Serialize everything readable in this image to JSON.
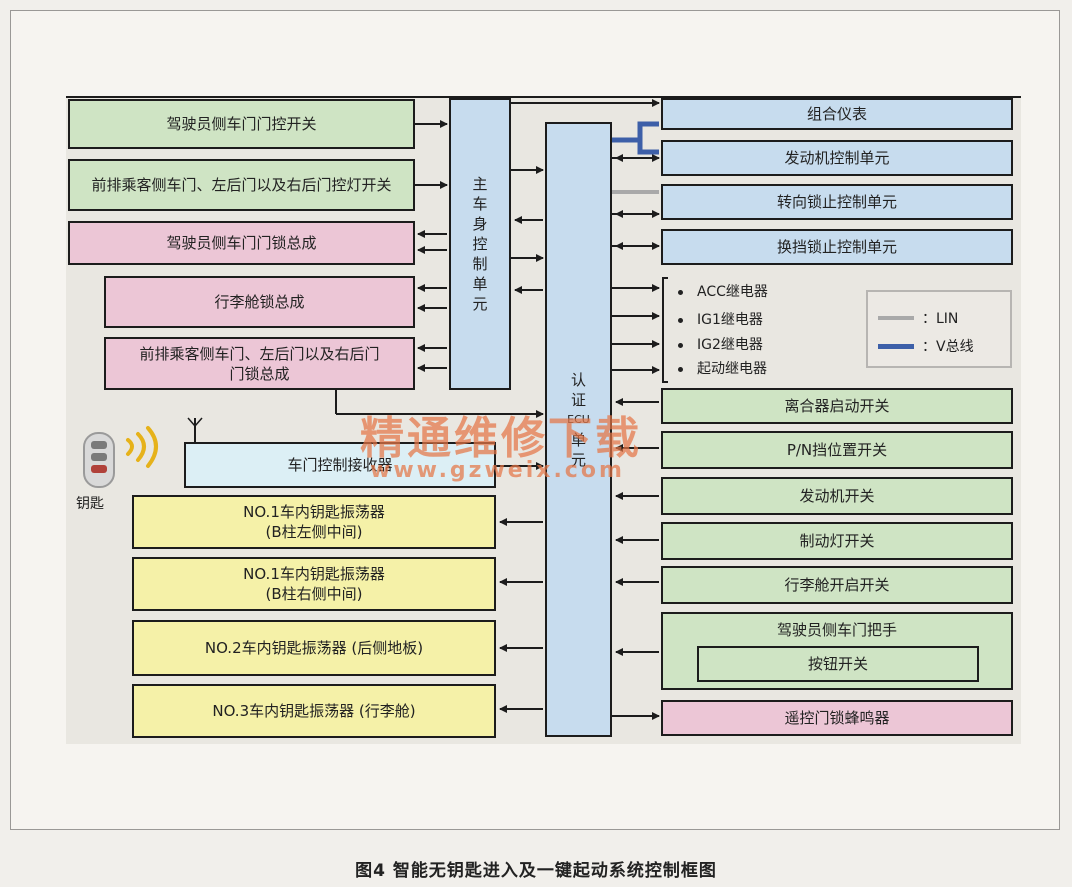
{
  "diagram": {
    "left_boxes": [
      {
        "id": "l1",
        "label": "驾驶员侧车门门控开关"
      },
      {
        "id": "l2",
        "label": "前排乘客侧车门、左后门以及右后门控灯开关"
      },
      {
        "id": "l3",
        "label": "驾驶员侧车门门锁总成"
      },
      {
        "id": "l4",
        "label": "行李舱锁总成"
      },
      {
        "id": "l5a",
        "label": "前排乘客侧车门、左后门以及右后门"
      },
      {
        "id": "l5b",
        "label": "门锁总成"
      }
    ],
    "main_body_unit": {
      "chars": [
        "主",
        "车",
        "身",
        "控",
        "制",
        "单",
        "元"
      ]
    },
    "auth_unit": {
      "chars": [
        "认",
        "证",
        "ECU",
        "单",
        "元"
      ]
    },
    "receiver": {
      "label": "车门控制接收器"
    },
    "key": {
      "label": "钥匙"
    },
    "oscillators": [
      {
        "line1": "NO.1车内钥匙振荡器",
        "line2": "(B柱左侧中间)"
      },
      {
        "line1": "NO.1车内钥匙振荡器",
        "line2": "(B柱右侧中间)"
      },
      {
        "line1": "NO.2车内钥匙振荡器 (后侧地板)",
        "line2": ""
      },
      {
        "line1": "NO.3车内钥匙振荡器 (行李舱)",
        "line2": ""
      }
    ],
    "right_blue": [
      {
        "label": "组合仪表"
      },
      {
        "label": "发动机控制单元"
      },
      {
        "label": "转向锁止控制单元"
      },
      {
        "label": "换挡锁止控制单元"
      }
    ],
    "relays": [
      "ACC继电器",
      "IG1继电器",
      "IG2继电器",
      "起动继电器"
    ],
    "right_green": [
      {
        "label": "离合器启动开关"
      },
      {
        "label": "P/N挡位置开关"
      },
      {
        "label": "发动机开关"
      },
      {
        "label": "制动灯开关"
      },
      {
        "label": "行李舱开启开关"
      }
    ],
    "door_handle": {
      "label": "驾驶员侧车门把手",
      "button": "按钮开关"
    },
    "buzzer": {
      "label": "遥控门锁蜂鸣器"
    },
    "legend": {
      "lin": "：LIN",
      "vbus": "：V总线"
    },
    "watermark": {
      "cn": "精通维修下载",
      "url": "www.gzweix.com"
    },
    "caption": "图4  智能无钥匙进入及一键起动系统控制框图",
    "colors": {
      "green": "#cfe4c4",
      "pink": "#ecc6d6",
      "blue": "#c7dcee",
      "yellow": "#f5f1a8",
      "vbus": "#3d5fa8",
      "lin": "#a9a9a9"
    }
  }
}
